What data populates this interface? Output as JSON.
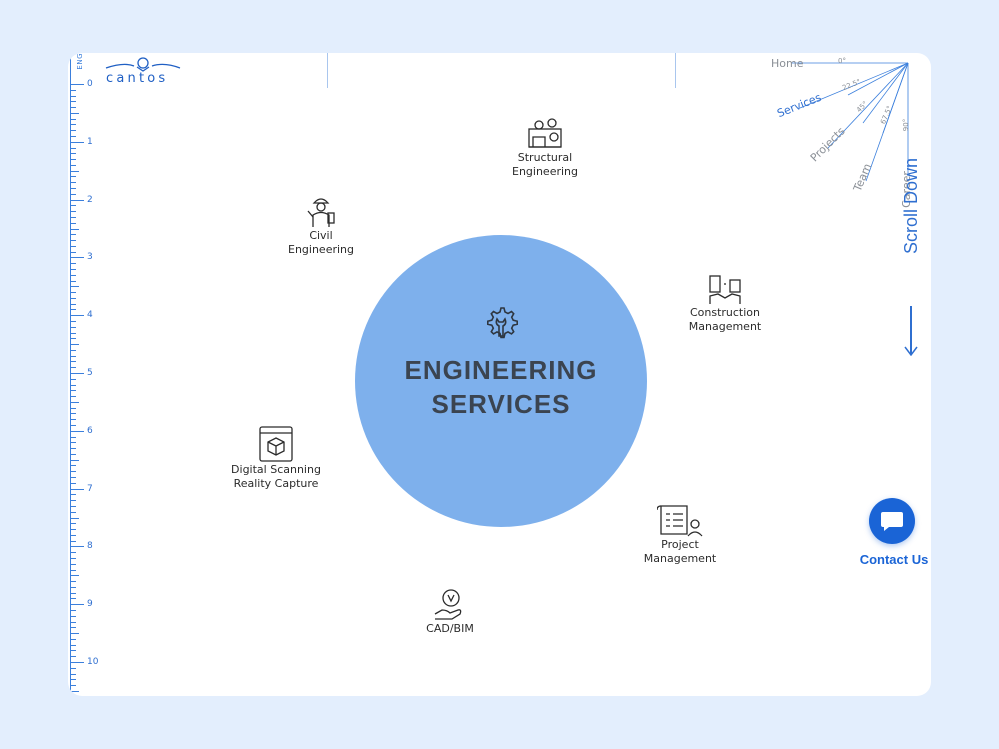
{
  "logo": {
    "text": "cantos"
  },
  "ruler": {
    "top_label": "ENG",
    "numbers": [
      "0",
      "1",
      "2",
      "3",
      "4",
      "5",
      "6",
      "7",
      "8",
      "9",
      "10"
    ]
  },
  "hero": {
    "title_line1": "ENGINEERING",
    "title_line2": "SERVICES"
  },
  "services": [
    {
      "line1": "Structural",
      "line2": "Engineering",
      "icon": "structural-engineering-icon"
    },
    {
      "line1": "Civil",
      "line2": "Engineering",
      "icon": "civil-engineer-icon"
    },
    {
      "line1": "Construction",
      "line2": "Management",
      "icon": "construction-management-icon"
    },
    {
      "line1": "Digital Scanning",
      "line2": "Reality Capture",
      "icon": "3d-scan-icon"
    },
    {
      "line1": "Project",
      "line2": "Management",
      "icon": "project-management-icon"
    },
    {
      "line1": "CAD/BIM",
      "line2": "",
      "icon": "cad-bim-icon"
    }
  ],
  "radial_nav": {
    "items": [
      "Home",
      "Services",
      "Projects",
      "Team",
      "Career"
    ],
    "active": "Services",
    "angles": [
      "0°",
      "22.5°",
      "45°",
      "67.5°",
      "90°"
    ]
  },
  "scroll": {
    "label": "Scroll Down"
  },
  "contact": {
    "label": "Contact Us"
  },
  "colors": {
    "accent": "#1a64d6",
    "circle": "#7eb0ec",
    "bg": "#e3eefd"
  }
}
